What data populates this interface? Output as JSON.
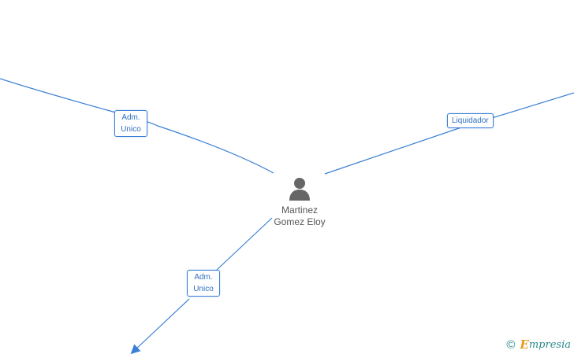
{
  "center_node": {
    "name_line1": "Martinez",
    "name_line2": "Gomez Eloy",
    "icon": "person-icon"
  },
  "edges": [
    {
      "role_line1": "Adm.",
      "role_line2": "Unico"
    },
    {
      "role_line1": "Liquidador"
    },
    {
      "role_line1": "Adm.",
      "role_line2": "Unico"
    }
  ],
  "footer": {
    "copyright_symbol": "©",
    "brand_first_letter": "E",
    "brand_rest": "mpresia"
  },
  "colors": {
    "edge": "#3a7fd5",
    "node_text": "#555555",
    "person_icon": "#666666",
    "brand_teal": "#2a8a8a",
    "brand_orange": "#e39a1c"
  }
}
